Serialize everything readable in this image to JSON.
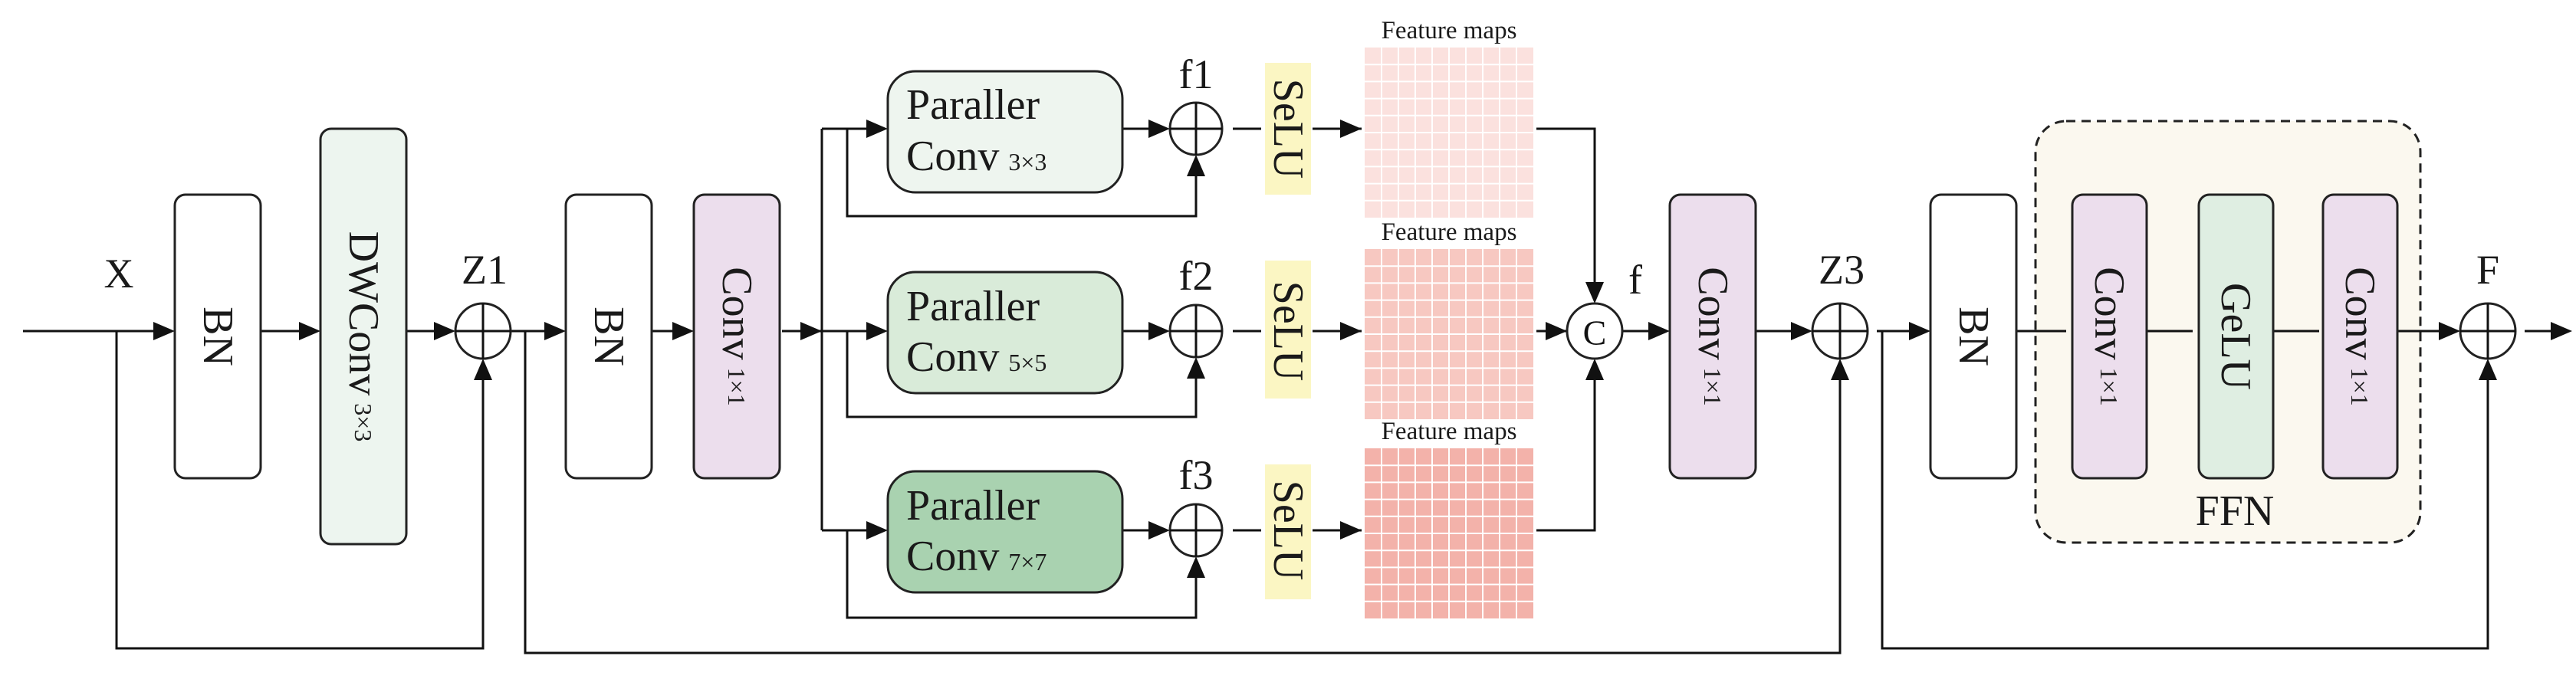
{
  "input_label": "X",
  "bn_label": "BN",
  "dwconv": {
    "name": "DWConv",
    "size": "3×3"
  },
  "z1_label": "Z1",
  "conv1x1": {
    "name": "Conv",
    "size": "1×1"
  },
  "branches": [
    {
      "name": "Paraller",
      "line2": "Conv",
      "size": "3×3",
      "out_label": "f1",
      "activation": "SeLU",
      "fill": "#eef5ef"
    },
    {
      "name": "Paraller",
      "line2": "Conv",
      "size": "5×5",
      "out_label": "f2",
      "activation": "SeLU",
      "fill": "#d9ebd9"
    },
    {
      "name": "Paraller",
      "line2": "Conv",
      "size": "7×7",
      "out_label": "f3",
      "activation": "SeLU",
      "fill": "#a9d2b0"
    }
  ],
  "feature_maps_title": "Feature maps",
  "concat_symbol": "C",
  "concat_label": "f",
  "z3_label": "Z3",
  "bn2_label": "BN",
  "ffn": {
    "label": "FFN",
    "conv_a": {
      "name": "Conv",
      "size": "1×1"
    },
    "gelu": "GeLU",
    "conv_b": {
      "name": "Conv",
      "size": "1×1"
    }
  },
  "output_label": "F",
  "colors": {
    "bn": "#ffffff",
    "dwconv": "#edf5ef",
    "conv": "#ecdeed",
    "selu": "#fbf6c3",
    "gelu": "#dfeee2",
    "ffn_bg": "#fbf8ef",
    "fm1": "#fbe1de",
    "fm2": "#f7c8c1",
    "fm3": "#f3b2aa"
  }
}
